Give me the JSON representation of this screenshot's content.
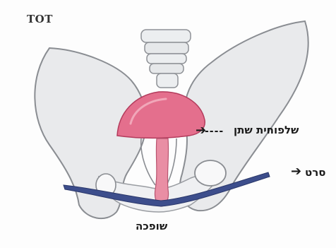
{
  "figure": {
    "title": "TOT",
    "labels": {
      "bladder": "שלפוחית שתן",
      "tape": "סרט",
      "urethra": "שופכה"
    },
    "leader_dashes": "----",
    "arrow_glyph": "➔"
  },
  "colors": {
    "bone_fill": "#e9eaec",
    "bone_outline": "#8a8d92",
    "bladder_fill": "#e46f8d",
    "bladder_edge": "#b33b5c",
    "urethra_fill": "#e98ea4",
    "tape_fill": "#3d4e8c",
    "text": "#1a1a1a"
  }
}
